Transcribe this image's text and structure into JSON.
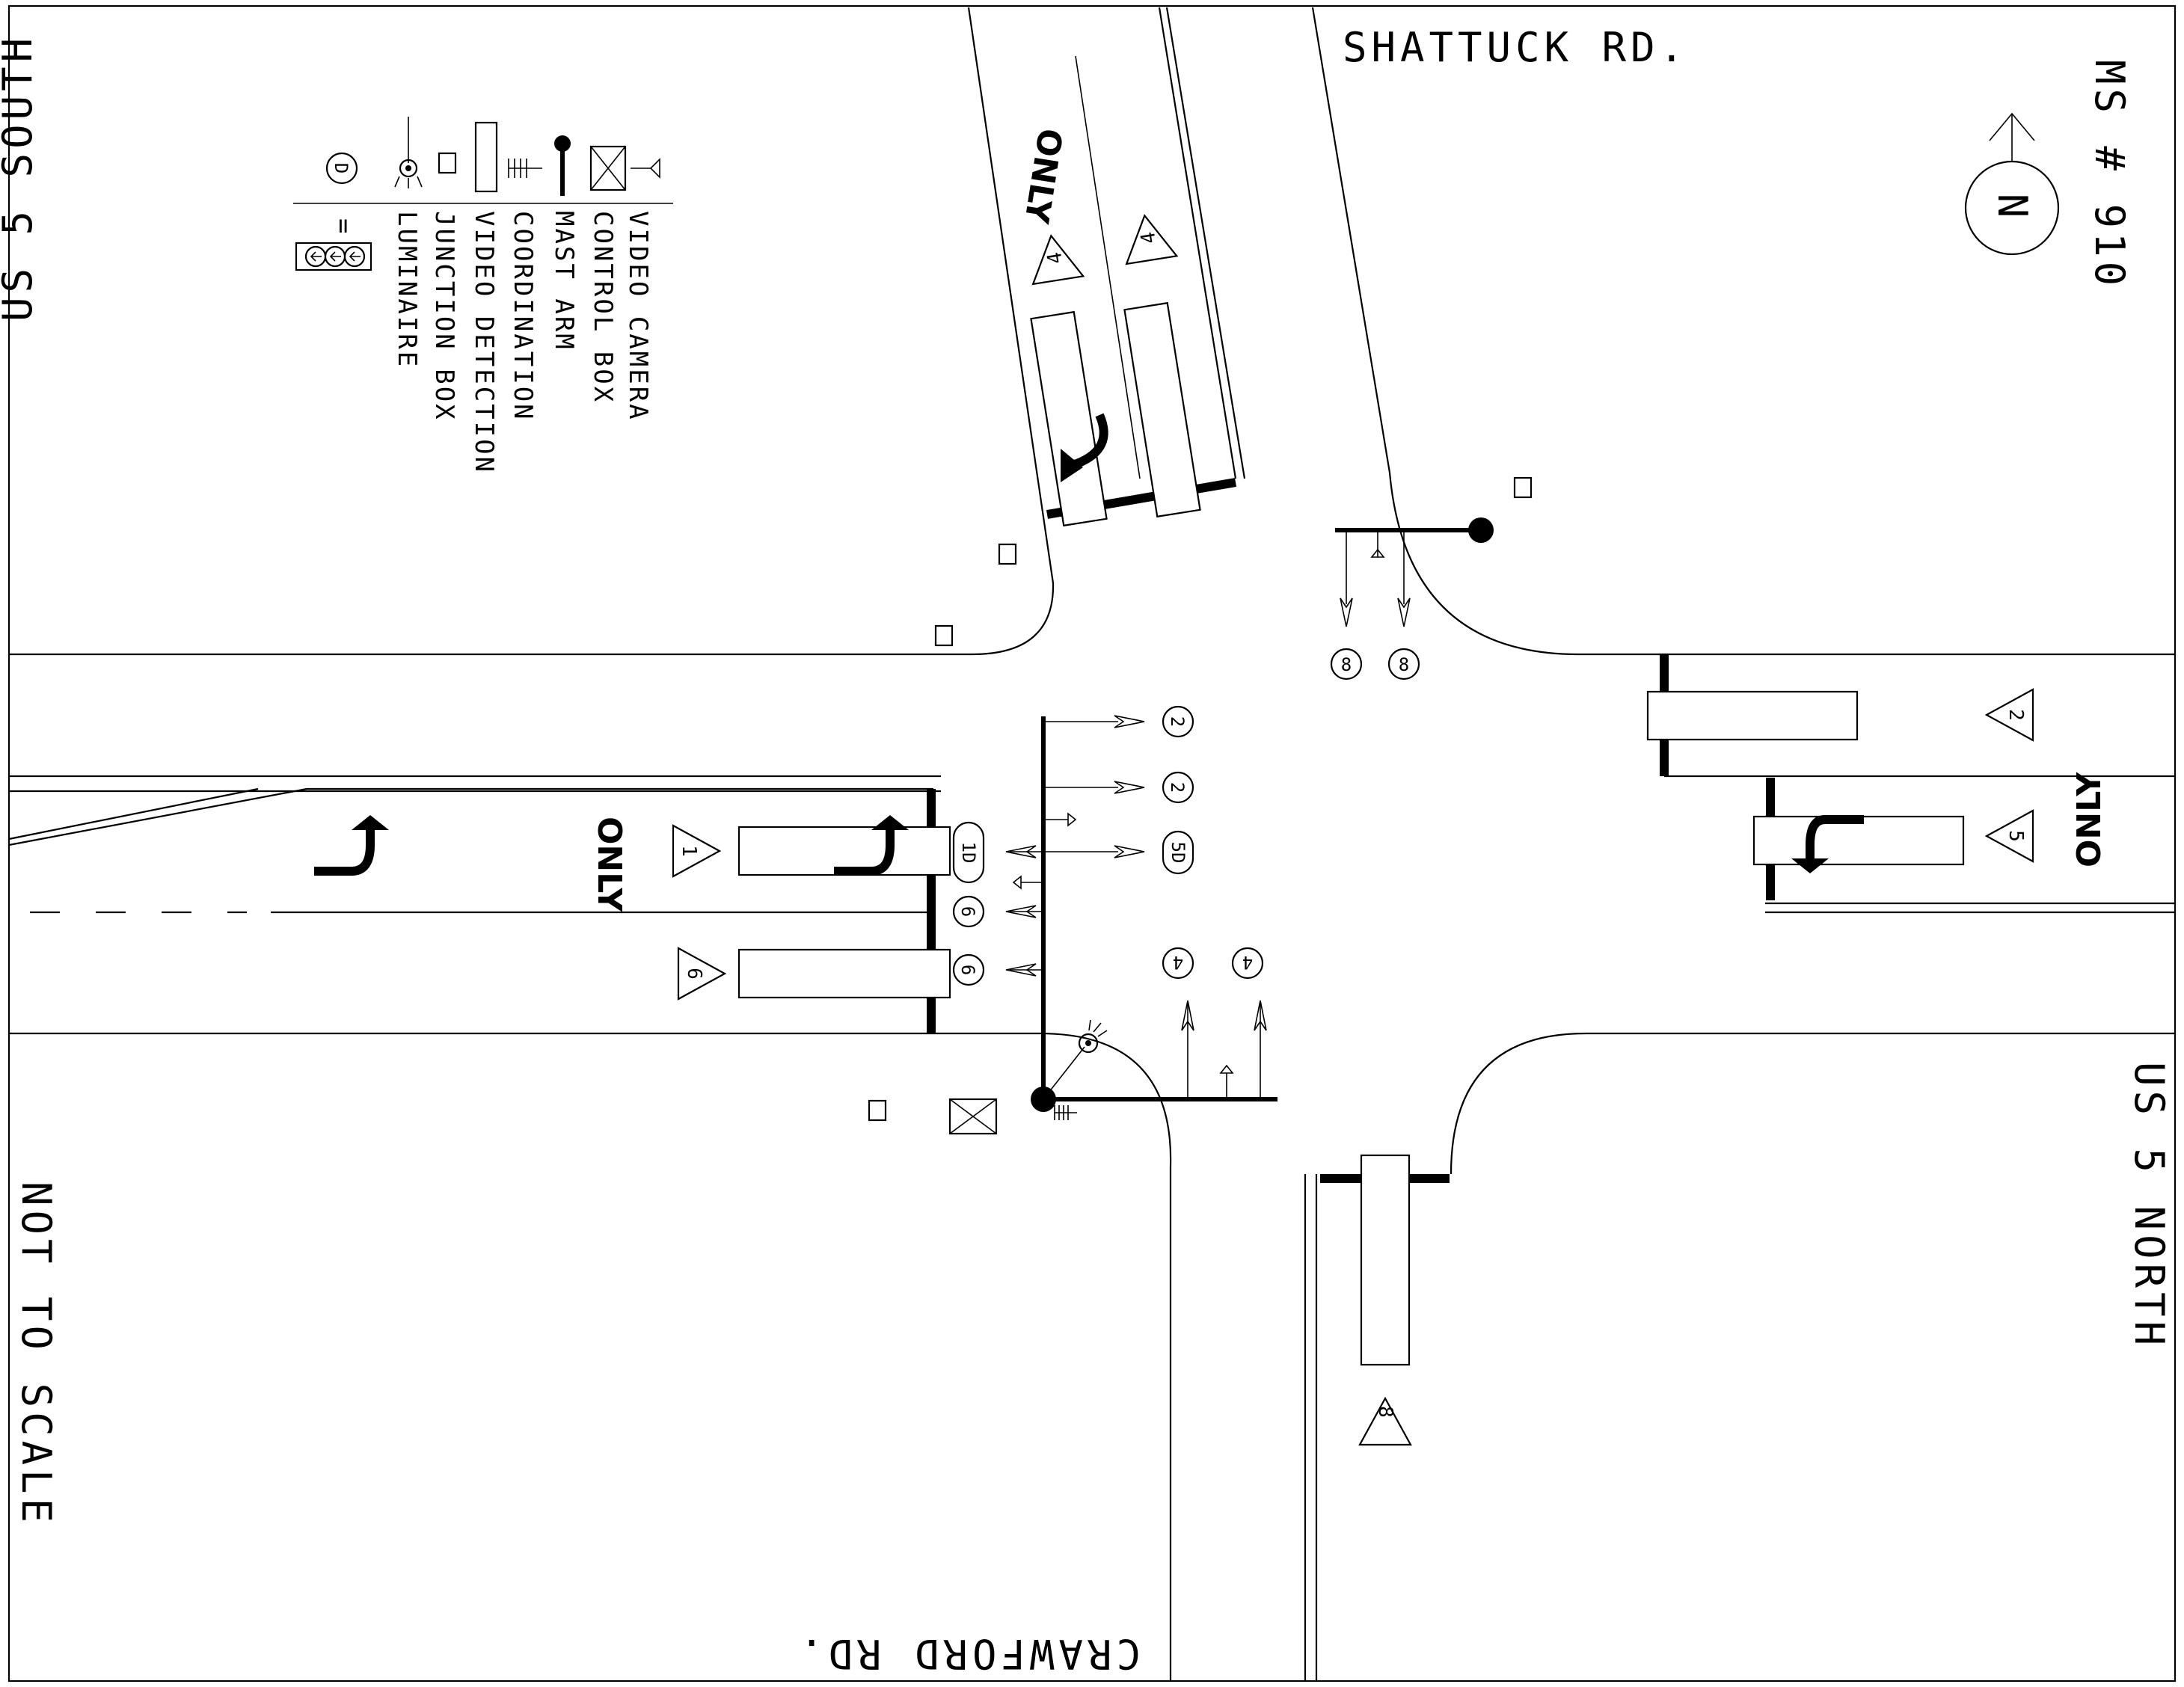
{
  "streets": {
    "shattuck": "SHATTUCK RD.",
    "crawford": "CRAWFORD RD.",
    "us5_south": "US 5 SOUTH",
    "us5_north": "US 5 NORTH"
  },
  "sheet": {
    "ms_number": "MS # 910",
    "not_to_scale": "NOT TO SCALE",
    "north_letter": "N"
  },
  "legend": {
    "items": [
      {
        "symbol": "video-camera-icon",
        "label": "VIDEO CAMERA"
      },
      {
        "symbol": "control-box-icon",
        "label": "CONTROL BOX"
      },
      {
        "symbol": "mast-arm-icon",
        "label": "MAST ARM"
      },
      {
        "symbol": "coordination-icon",
        "label": "COORDINATION"
      },
      {
        "symbol": "video-detection-icon",
        "label": "VIDEO DETECTION"
      },
      {
        "symbol": "junction-box-icon",
        "label": "JUNCTION BOX"
      },
      {
        "symbol": "luminaire-icon",
        "label": "LUMINAIRE"
      }
    ],
    "equals": "=",
    "d_symbol": "D"
  },
  "markings": {
    "only": "ONLY"
  },
  "phases": {
    "p1": "1",
    "p2": "2",
    "p4": "4",
    "p5": "5",
    "p6": "6",
    "p8": "8",
    "p5d": "5D",
    "p1d": "1D"
  }
}
